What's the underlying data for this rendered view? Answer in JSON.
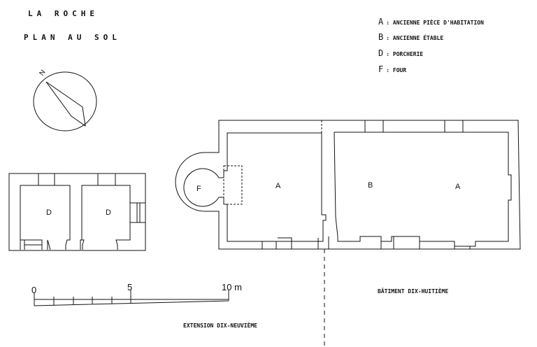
{
  "title": "LA ROCHE",
  "subtitle": "PLAN AU SOL",
  "legend": [
    {
      "key": "A",
      "sep": ":",
      "label": "ANCIENNE PIÈCE D'HABITATION"
    },
    {
      "key": "B",
      "sep": ":",
      "label": "ANCIENNE ÉTABLE"
    },
    {
      "key": "D",
      "sep": ":",
      "label": "PORCHERIE"
    },
    {
      "key": "F",
      "sep": ":",
      "label": "FOUR"
    }
  ],
  "compass": {
    "label": "N"
  },
  "rooms": {
    "oven": "F",
    "room_a_left": "A",
    "room_b": "B",
    "room_a_right": "A",
    "pigsty_1": "D",
    "pigsty_2": "D"
  },
  "scale_bar": {
    "start": "0",
    "mid": "5",
    "end": "10 m"
  },
  "captions": {
    "building_18th": "BÂTIMENT DIX-HUITIÈME",
    "extension_19th": "EXTENSION DIX-NEUVIÈME"
  },
  "colors": {
    "ink": "#111111",
    "paper": "#ffffff"
  }
}
